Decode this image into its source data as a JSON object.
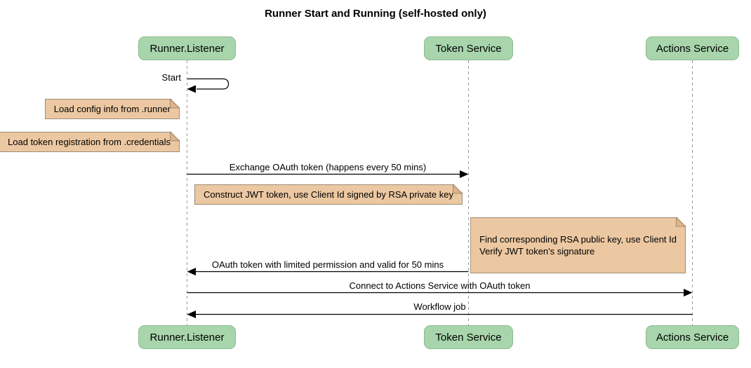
{
  "title": "Runner Start and Running (self-hosted only)",
  "participants": [
    {
      "name": "Runner.Listener"
    },
    {
      "name": "Token Service"
    },
    {
      "name": "Actions Service"
    }
  ],
  "messages": [
    {
      "label": "Start",
      "from": "Runner.Listener",
      "to": "Runner.Listener",
      "type": "self"
    },
    {
      "label": "Exchange OAuth token (happens every 50 mins)",
      "from": "Runner.Listener",
      "to": "Token Service",
      "type": "solid-arrow"
    },
    {
      "label": "OAuth token with limited permission and valid for 50 mins",
      "from": "Token Service",
      "to": "Runner.Listener",
      "type": "solid-arrow"
    },
    {
      "label": "Connect to Actions Service with OAuth token",
      "from": "Runner.Listener",
      "to": "Actions Service",
      "type": "solid-arrow"
    },
    {
      "label": "Workflow job",
      "from": "Actions Service",
      "to": "Runner.Listener",
      "type": "solid-arrow"
    }
  ],
  "notes": [
    {
      "text": "Load config info from .runner",
      "position": "left of Runner.Listener"
    },
    {
      "text": "Load token registration from .credentials",
      "position": "left of Runner.Listener"
    },
    {
      "text": "Construct JWT token, use Client Id signed by RSA private key",
      "position": "between Runner.Listener and Token Service"
    },
    {
      "text": "Find corresponding RSA public key, use Client Id\nVerify JWT token's signature",
      "position": "left of Actions Service"
    }
  ],
  "colors": {
    "participant_fill": "#a8d5ab",
    "participant_border": "#8cbb90",
    "note_fill": "#ecc8a2",
    "note_border": "#9c8c76",
    "lifeline": "#999999",
    "arrow": "#000000",
    "background": "#ffffff",
    "text": "#000000"
  }
}
